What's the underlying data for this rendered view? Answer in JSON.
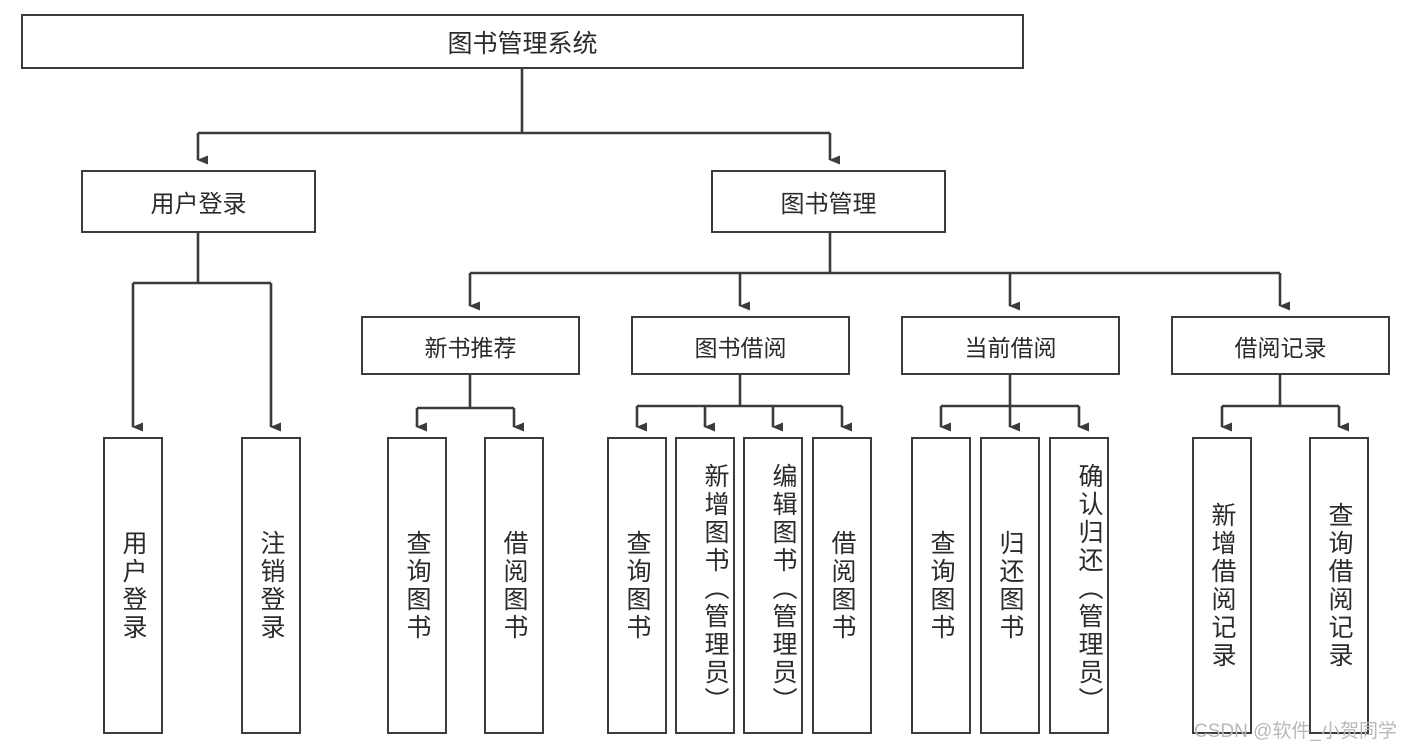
{
  "diagram": {
    "title": "图书管理系统",
    "watermark": "CSDN @软件_小贺同学",
    "line_color": "#3b3b3b",
    "text_color": "#2b2b2b",
    "background": "#ffffff",
    "watermark_color": "#b9b9b9"
  },
  "nodes": {
    "root": {
      "label": "图书管理系统"
    },
    "level2": [
      {
        "label": "用户登录"
      },
      {
        "label": "图书管理"
      }
    ],
    "level3": [
      {
        "label": "新书推荐"
      },
      {
        "label": "图书借阅"
      },
      {
        "label": "当前借阅"
      },
      {
        "label": "借阅记录"
      }
    ],
    "leaves": {
      "user_login": [
        {
          "label": "用户登录"
        },
        {
          "label": "注销登录"
        }
      ],
      "new_book": [
        {
          "label": "查询图书"
        },
        {
          "label": "借阅图书"
        }
      ],
      "book_borrow": [
        {
          "label": "查询图书"
        },
        {
          "label": "新增图书（管理员）"
        },
        {
          "label": "编辑图书（管理员）"
        },
        {
          "label": "借阅图书"
        }
      ],
      "current_borrow": [
        {
          "label": "查询图书"
        },
        {
          "label": "归还图书"
        },
        {
          "label": "确认归还（管理员）"
        }
      ],
      "borrow_record": [
        {
          "label": "新增借阅记录"
        },
        {
          "label": "查询借阅记录"
        }
      ]
    }
  }
}
